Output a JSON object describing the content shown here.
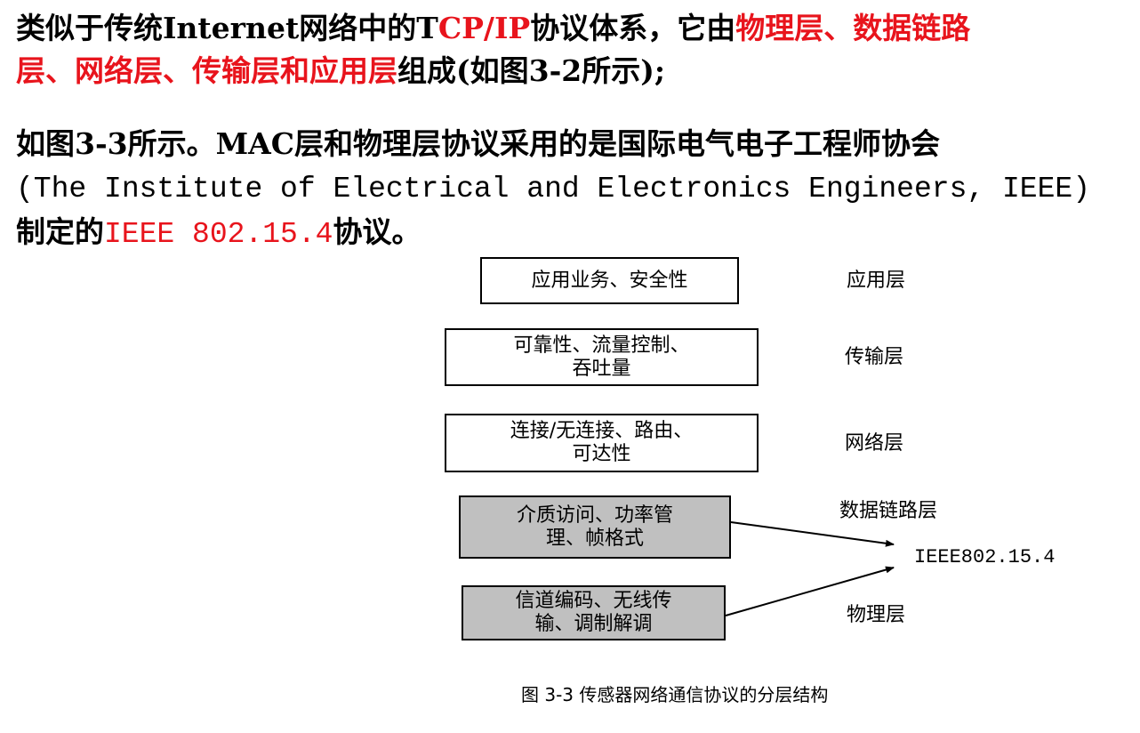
{
  "intro": {
    "p1_a": "类似于传统Internet网络中的T",
    "p1_b": "CP/IP",
    "p1_c": "协议体系，它由",
    "p1_d": "物理层、数据链路",
    "p1_e": "层、网络层、传输层和应用层",
    "p1_f": "组成(如图3-2所示);",
    "p2_a": "如图3-3所示。MAC层和物理层协议采用的是国际电气电子工程师协会",
    "p2_b": "(The Institute of Electrical and Electronics Engineers, IEEE)",
    "p2_c": "制定的",
    "p2_d": "IEEE 802.15.4",
    "p2_e": "协议。"
  },
  "diagram": {
    "boxes": [
      {
        "lines": [
          "应用业务、安全性"
        ],
        "fill": "#ffffff"
      },
      {
        "lines": [
          "可靠性、流量控制、",
          "吞吐量"
        ],
        "fill": "#ffffff"
      },
      {
        "lines": [
          "连接/无连接、路由、",
          "可达性"
        ],
        "fill": "#ffffff"
      },
      {
        "lines": [
          "介质访问、功率管",
          "理、帧格式"
        ],
        "fill": "#c0c0c0"
      },
      {
        "lines": [
          "信道编码、无线传",
          "输、调制解调"
        ],
        "fill": "#c0c0c0"
      }
    ],
    "layers": [
      "应用层",
      "传输层",
      "网络层",
      "数据链路层",
      "物理层"
    ],
    "standard": "IEEE802.15.4",
    "caption": "图 3-3 传感器网络通信协议的分层结构"
  },
  "colors": {
    "highlight": "#e8141c",
    "gray_box": "#c0c0c0"
  }
}
